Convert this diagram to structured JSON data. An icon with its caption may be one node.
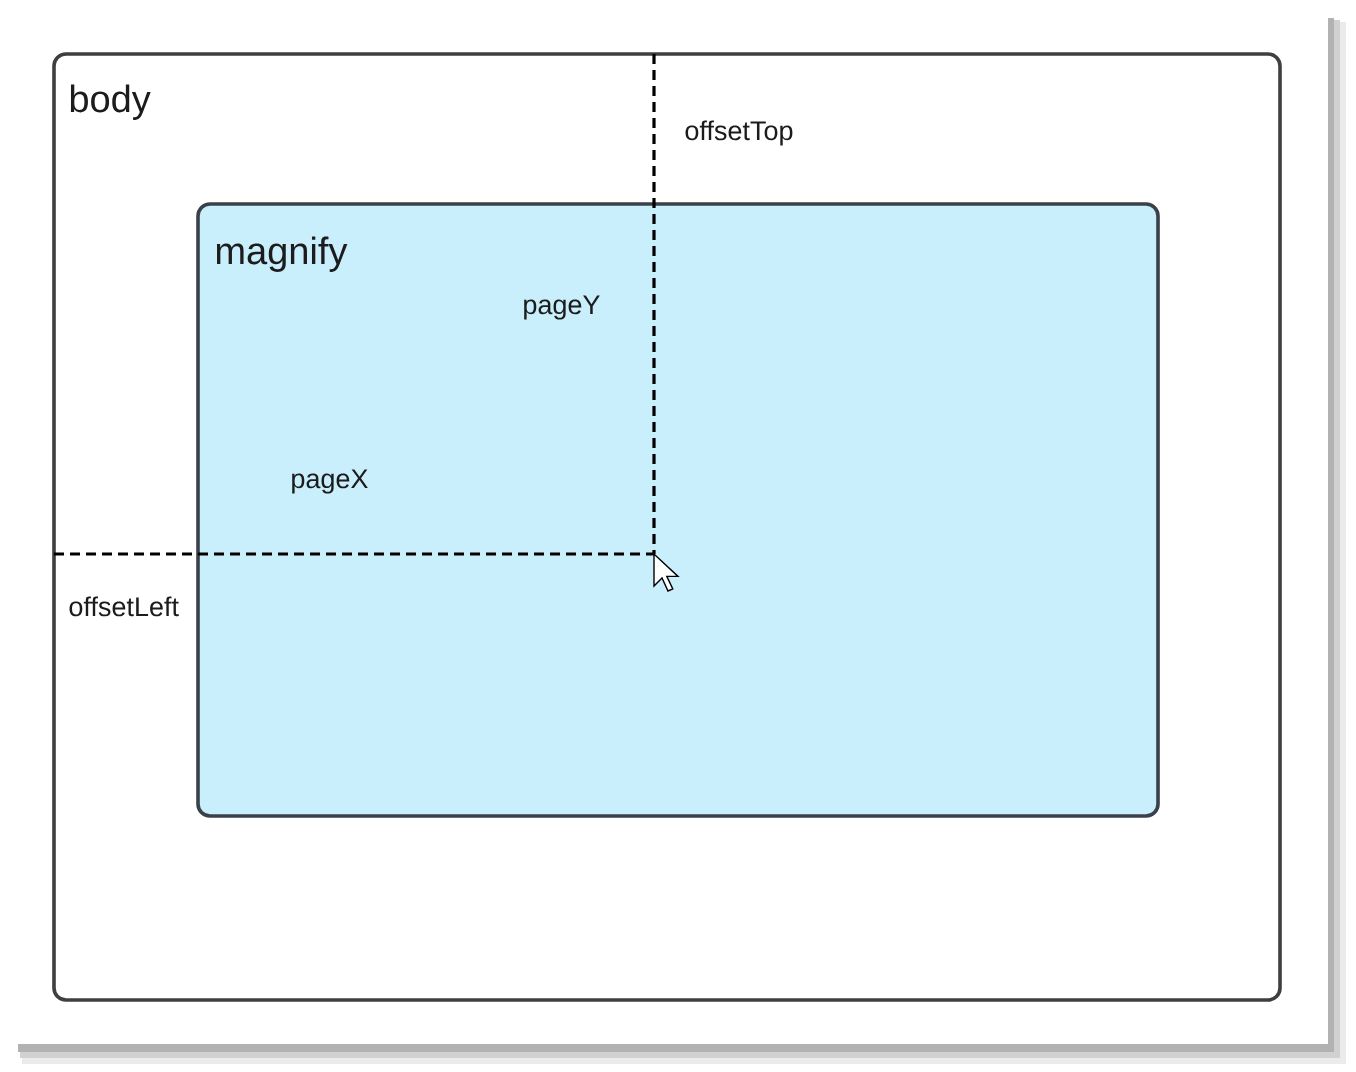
{
  "diagram": {
    "nodes": [
      {
        "text": [
          "body"
        ]
      },
      {
        "text": [
          "magnify"
        ],
        "in": 0
      }
    ],
    "labels": [
      "offsetTop",
      "pageY",
      "pageX",
      "offsetLeft"
    ]
  }
}
